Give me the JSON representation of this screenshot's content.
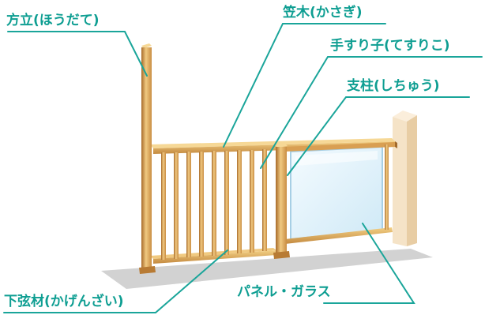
{
  "labels": {
    "hoodate": "方立(ほうだて)",
    "kasagi": "笠木(かさぎ)",
    "tesuriko": "手すり子(てすりこ)",
    "shichuu": "支柱(しちゅう)",
    "panel_glass": "パネル・ガラス",
    "kagenzai": "下弦材(かげんざい)"
  },
  "colors": {
    "label_text": "#0e9e92",
    "leader_line": "#1aa59a",
    "wood_light": "#f2cf84",
    "wood_mid": "#dba655",
    "wood_dark": "#9c6425",
    "glass_fill": "#e1f2fb",
    "glass_edge": "#a7cfe5",
    "wall": "#f5e2c5",
    "wall_shade": "#e6c99f",
    "shadow": "#cfcfcf"
  }
}
